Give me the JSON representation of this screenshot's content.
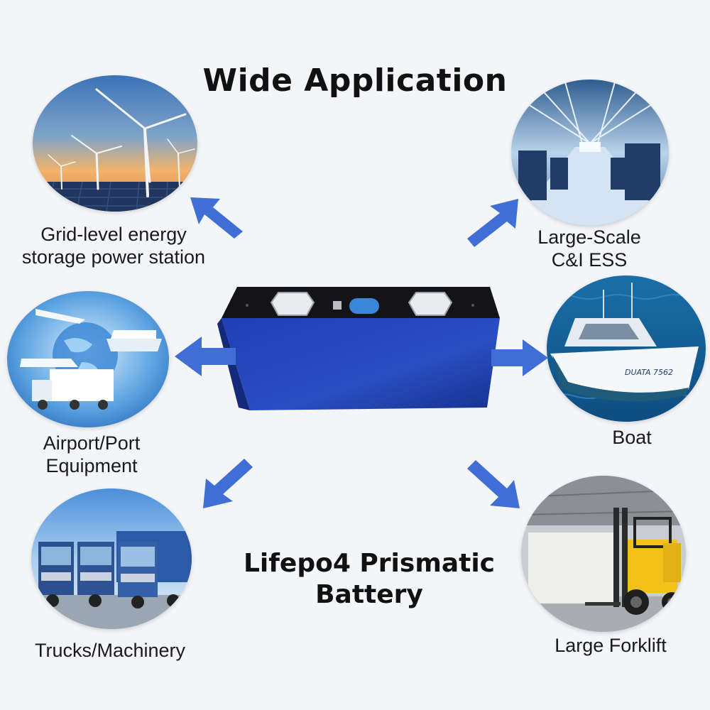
{
  "title": "Wide Application",
  "product": {
    "line1": "Lifepo4 Prismatic",
    "line2": "Battery"
  },
  "applications": [
    {
      "line1": "Grid-level energy",
      "line2": "storage power station",
      "icon": "wind-turbine-solar"
    },
    {
      "line1": "Large-Scale",
      "line2": "C&I ESS",
      "icon": "factory-hall"
    },
    {
      "line1": "Airport/Port",
      "line2": "Equipment",
      "icon": "airport-port-globe"
    },
    {
      "line1": "Boat",
      "icon": "boat"
    },
    {
      "line1": "Trucks/Machinery",
      "icon": "trucks"
    },
    {
      "line1": "Large Forklift",
      "icon": "forklift"
    }
  ],
  "colors": {
    "arrow": "#3f6fd6",
    "battery_body": "#1b3aa8",
    "battery_top": "#141418",
    "background": "#f4f5f8"
  }
}
